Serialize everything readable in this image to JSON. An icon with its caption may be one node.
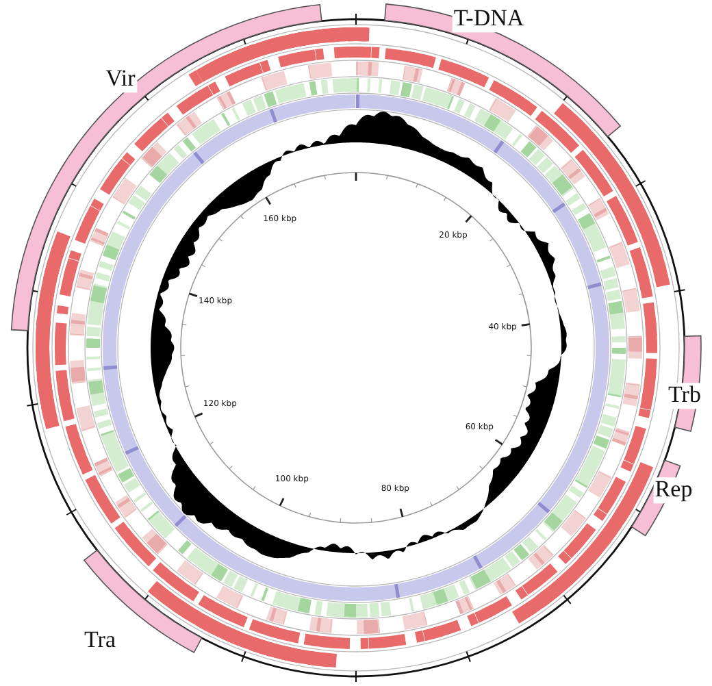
{
  "diagram": {
    "labels": [
      "T-DNA",
      "Vir",
      "160 kbp",
      "20 kbp",
      "140 kbp",
      "40 kbp",
      "Trb",
      "120 kbp",
      "60 kbp",
      "Rep",
      "100 kbp",
      "80 kbp",
      "Tra"
    ]
  }
}
